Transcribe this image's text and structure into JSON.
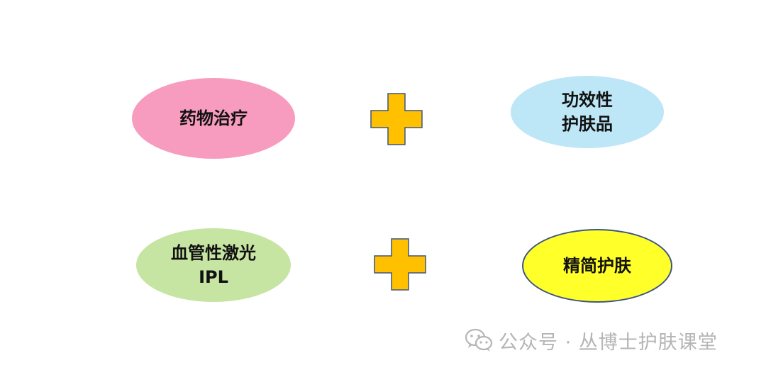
{
  "diagram": {
    "row1": {
      "left": {
        "lines": [
          "药物治疗"
        ],
        "fill": "#f79cbe"
      },
      "right": {
        "lines": [
          "功效性",
          "护肤品"
        ],
        "fill": "#bde6f6"
      }
    },
    "row2": {
      "left": {
        "lines": [
          "血管性激光",
          "IPL"
        ],
        "fill": "#c6e4a2"
      },
      "right": {
        "lines": [
          "精简护肤"
        ],
        "fill": "#ffff2a",
        "stroke": "#3d5580"
      }
    },
    "plus": {
      "fill": "#ffc000",
      "stroke": "#3d5580"
    }
  },
  "watermark": {
    "icon": "wechat-icon",
    "text": "公众号 · 丛博士护肤课堂"
  }
}
